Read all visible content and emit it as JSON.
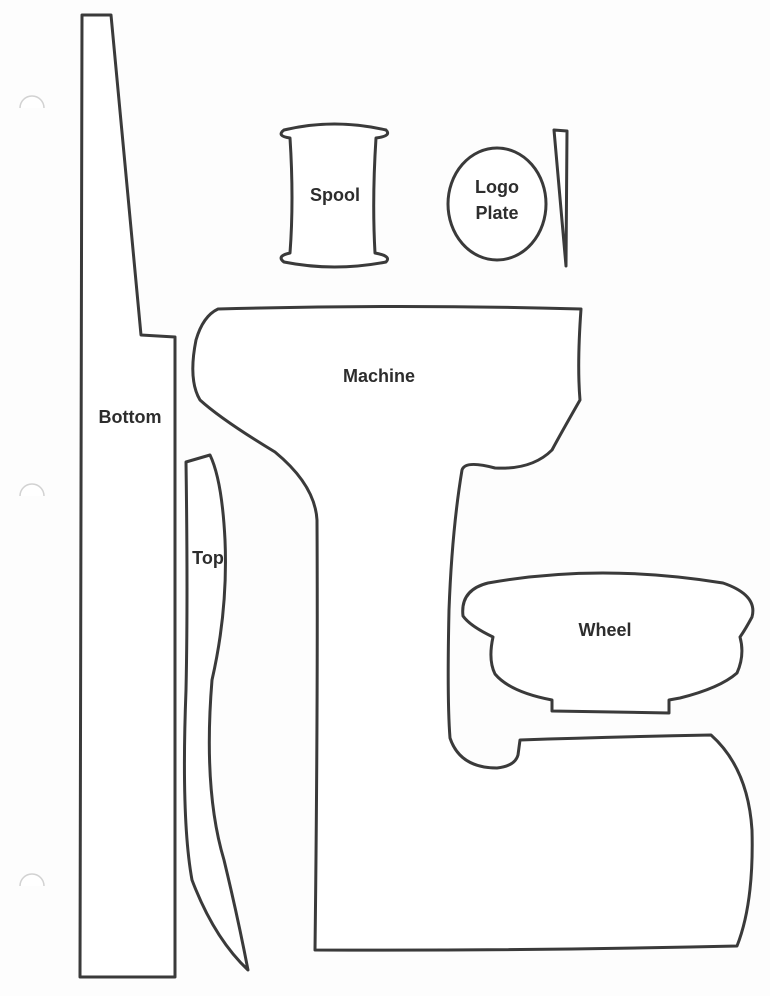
{
  "pattern": {
    "pieces": [
      {
        "id": "bottom",
        "label": "Bottom"
      },
      {
        "id": "top",
        "label": "Top"
      },
      {
        "id": "spool",
        "label": "Spool"
      },
      {
        "id": "logo-plate",
        "label": "Logo",
        "label2": "Plate"
      },
      {
        "id": "machine",
        "label": "Machine"
      },
      {
        "id": "wheel",
        "label": "Wheel"
      }
    ]
  }
}
